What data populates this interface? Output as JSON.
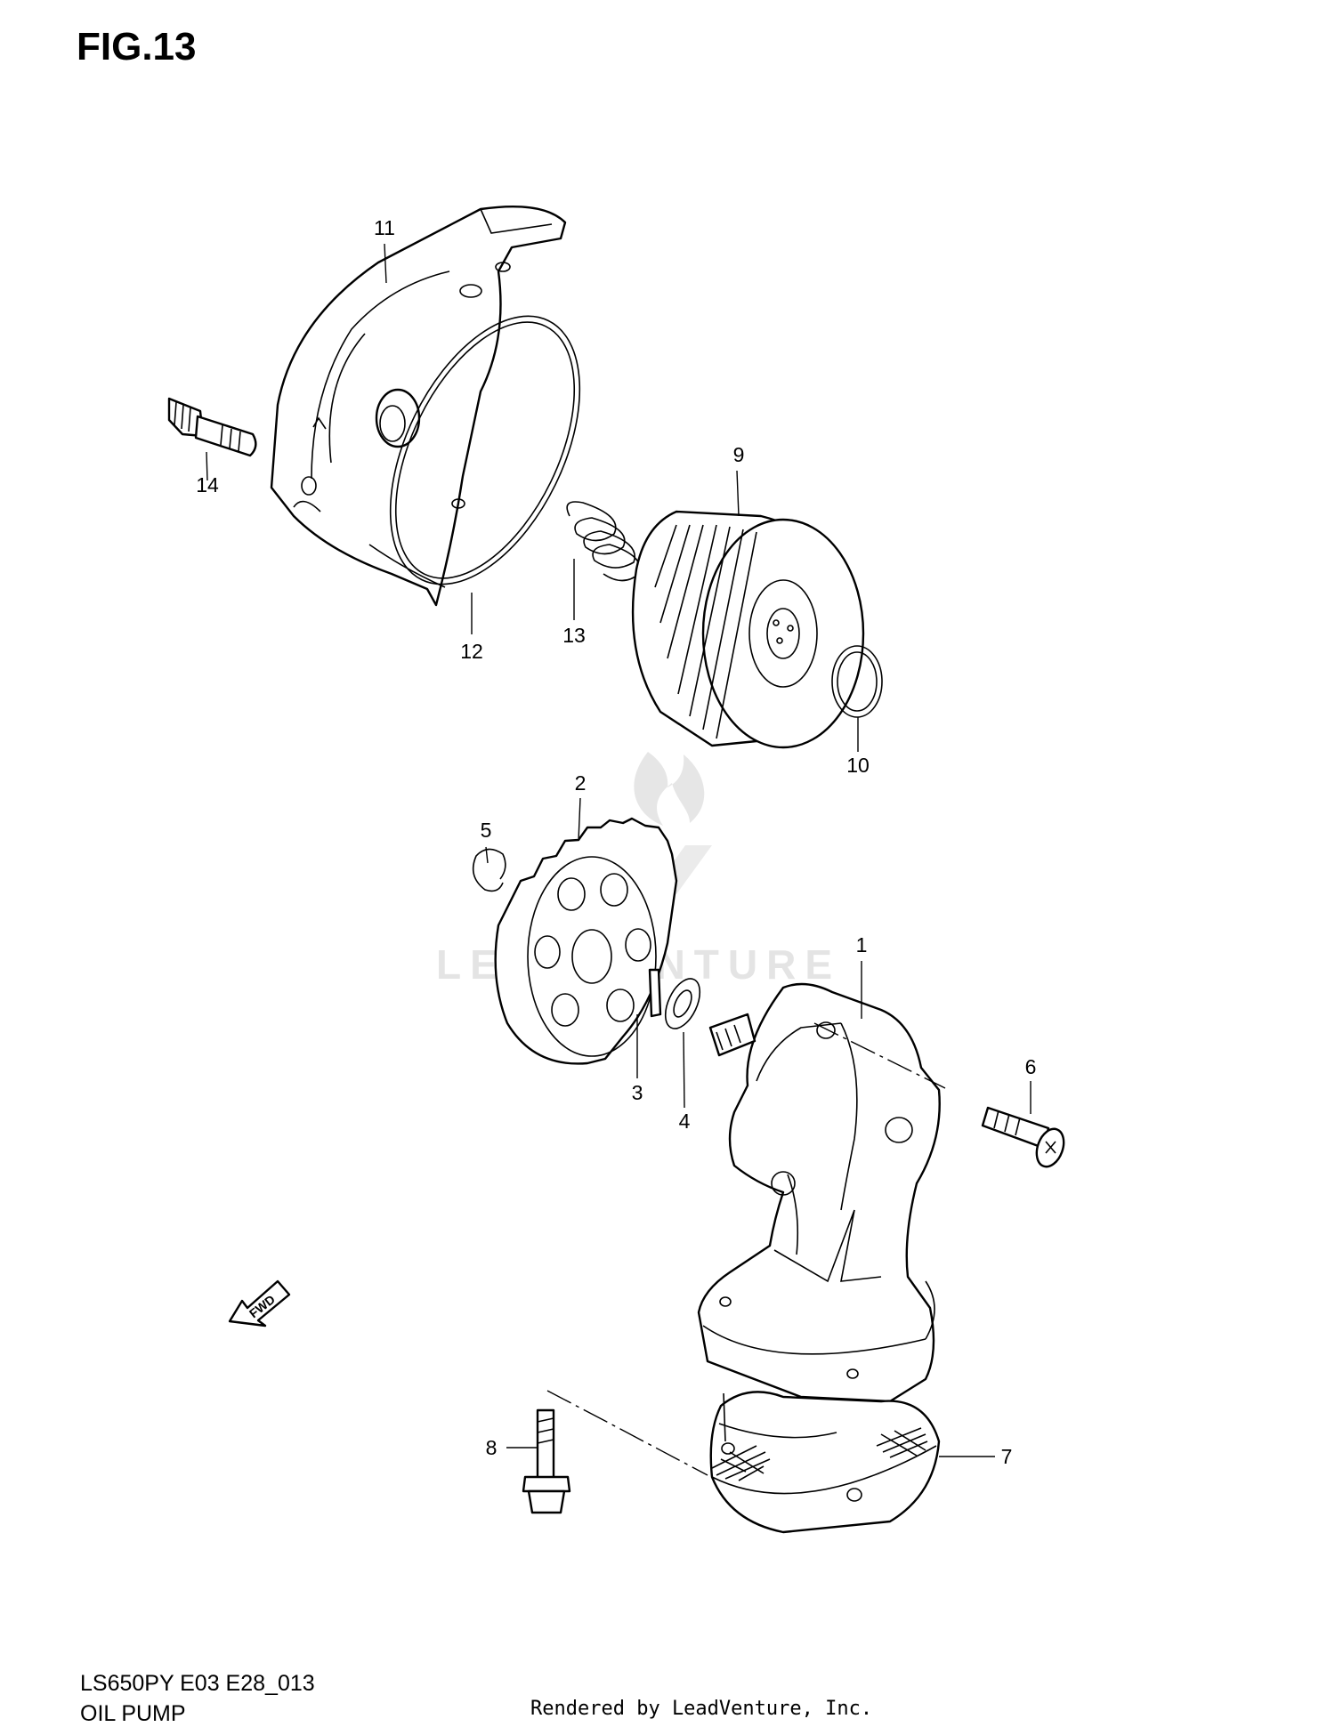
{
  "figure": {
    "title": "FIG.13",
    "model_code": "LS650PY E03 E28_013",
    "section_name": "OIL PUMP",
    "credit": "Rendered by LeadVenture, Inc.",
    "watermark": "LEADVENTURE"
  },
  "direction_arrow": {
    "label": "FWD"
  },
  "callouts": [
    {
      "id": "1",
      "label": "1"
    },
    {
      "id": "2",
      "label": "2"
    },
    {
      "id": "3",
      "label": "3"
    },
    {
      "id": "4",
      "label": "4"
    },
    {
      "id": "5",
      "label": "5"
    },
    {
      "id": "6",
      "label": "6"
    },
    {
      "id": "7",
      "label": "7"
    },
    {
      "id": "8",
      "label": "8"
    },
    {
      "id": "9",
      "label": "9"
    },
    {
      "id": "10",
      "label": "10"
    },
    {
      "id": "11",
      "label": "11"
    },
    {
      "id": "12",
      "label": "12"
    },
    {
      "id": "13",
      "label": "13"
    },
    {
      "id": "14",
      "label": "14"
    }
  ],
  "colors": {
    "line": "#000000",
    "background": "#ffffff",
    "watermark": "#e4e4e4"
  }
}
